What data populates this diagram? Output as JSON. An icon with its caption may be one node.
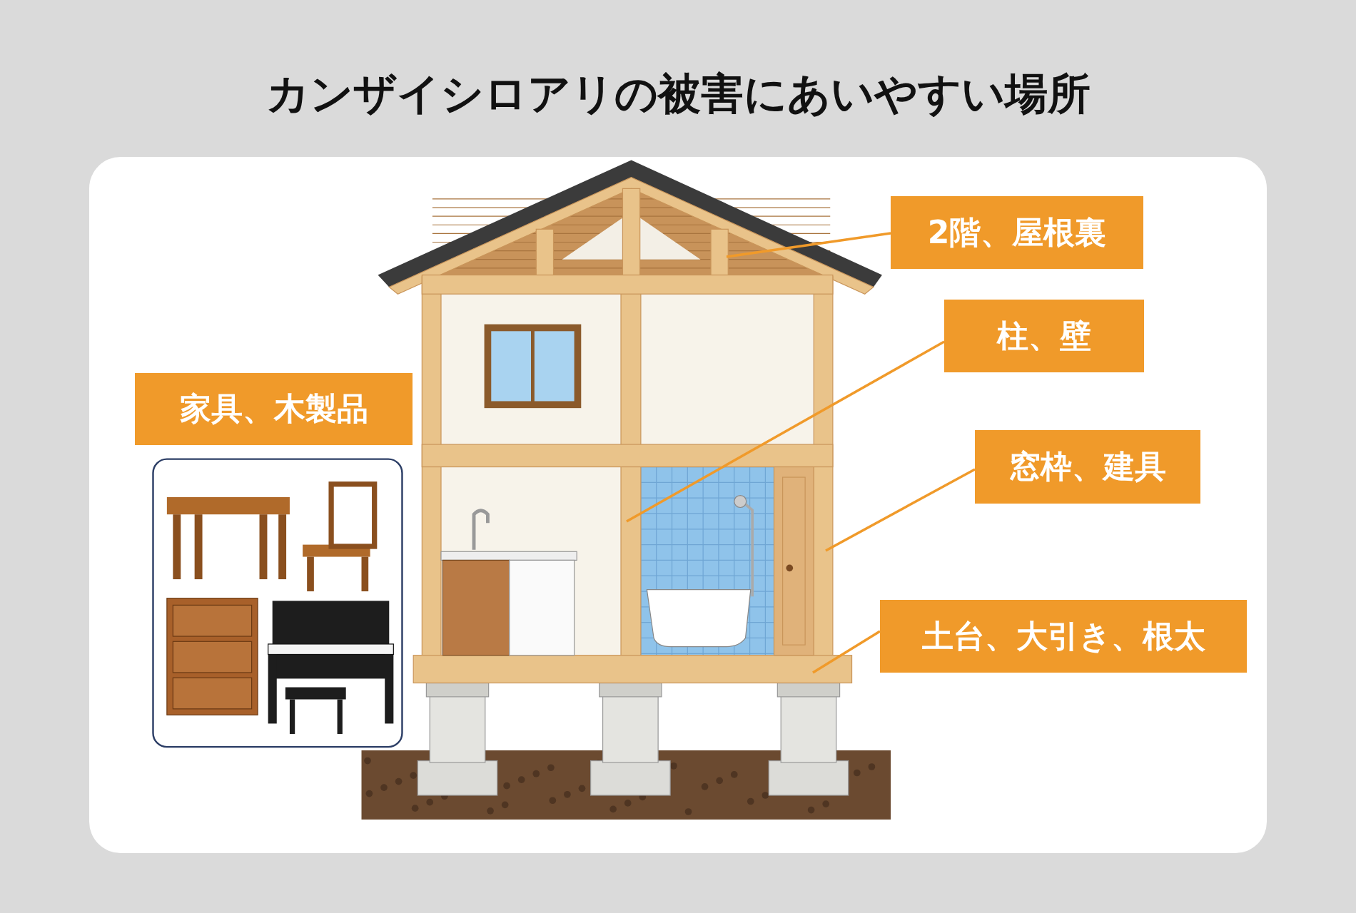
{
  "diagram": {
    "title": "カンザイシロアリの被害にあいやすい場所",
    "nodes": [
      {
        "text": [
          "2階、屋根裏"
        ]
      },
      {
        "text": [
          "柱、壁"
        ]
      },
      {
        "text": [
          "窓枠、建具"
        ]
      },
      {
        "text": [
          "土台、大引き、根太"
        ]
      },
      {
        "text": [
          "家具、木製品"
        ]
      }
    ],
    "edges": [
      {
        "from": 0,
        "to": null,
        "arrow": "none"
      },
      {
        "from": 1,
        "to": null,
        "arrow": "none"
      },
      {
        "from": 2,
        "to": null,
        "arrow": "none"
      },
      {
        "from": 3,
        "to": null,
        "arrow": "none"
      }
    ]
  }
}
